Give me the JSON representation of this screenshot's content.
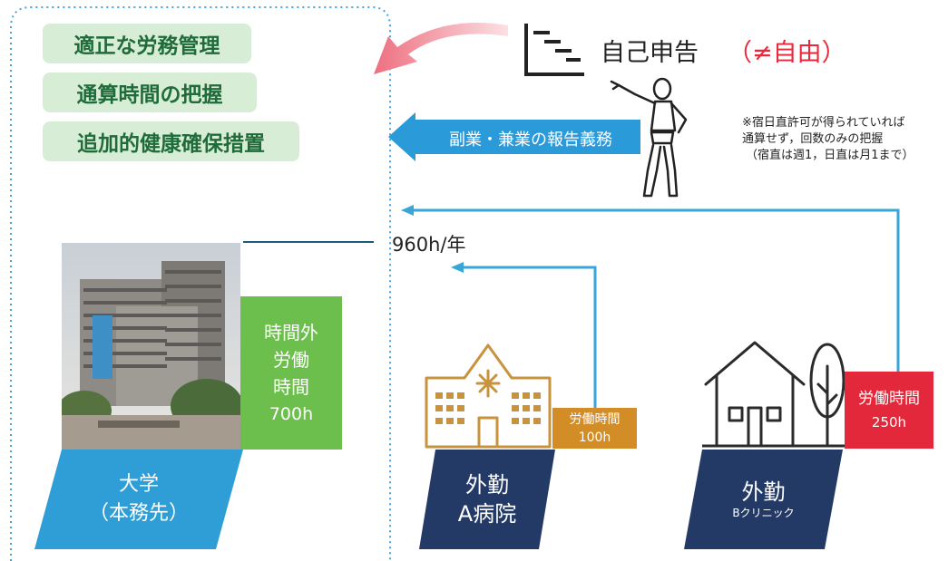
{
  "responsibilities": [
    "適正な労務管理",
    "通算時間の把握",
    "追加的健康確保措置"
  ],
  "self_report": {
    "label": "自己申告",
    "note": "（≠自由）"
  },
  "report_duty_arrow": "副業・兼業の報告義務",
  "footnote": [
    "※宿日直許可が得られていれば",
    "通算せず，回数のみの把握",
    "（宿直は週1，日直は月1まで）"
  ],
  "limit_label": "960h/年",
  "university": {
    "overtime_lines": [
      "時間外",
      "労働",
      "時間"
    ],
    "overtime_hours": "700h",
    "name": "大学",
    "sub": "（本務先）"
  },
  "hospital_a": {
    "hours_label": "労働時間",
    "hours": "100h",
    "line1": "外勤",
    "line2": "A病院"
  },
  "clinic_b": {
    "hours_label": "労働時間",
    "hours": "250h",
    "line1": "外勤",
    "line2": "Bクリニック"
  },
  "colors": {
    "pill_bg": "#d8edd6",
    "pill_text": "#1f6b3a",
    "accent_red": "#e62a3c",
    "arrow_blue": "#2b9ad8",
    "line_blue": "#39a6d8",
    "navy": "#243a66",
    "green": "#6cbf4c",
    "orange": "#d38d27",
    "crimson": "#e2283a",
    "uni_blue": "#2f9ed6"
  }
}
